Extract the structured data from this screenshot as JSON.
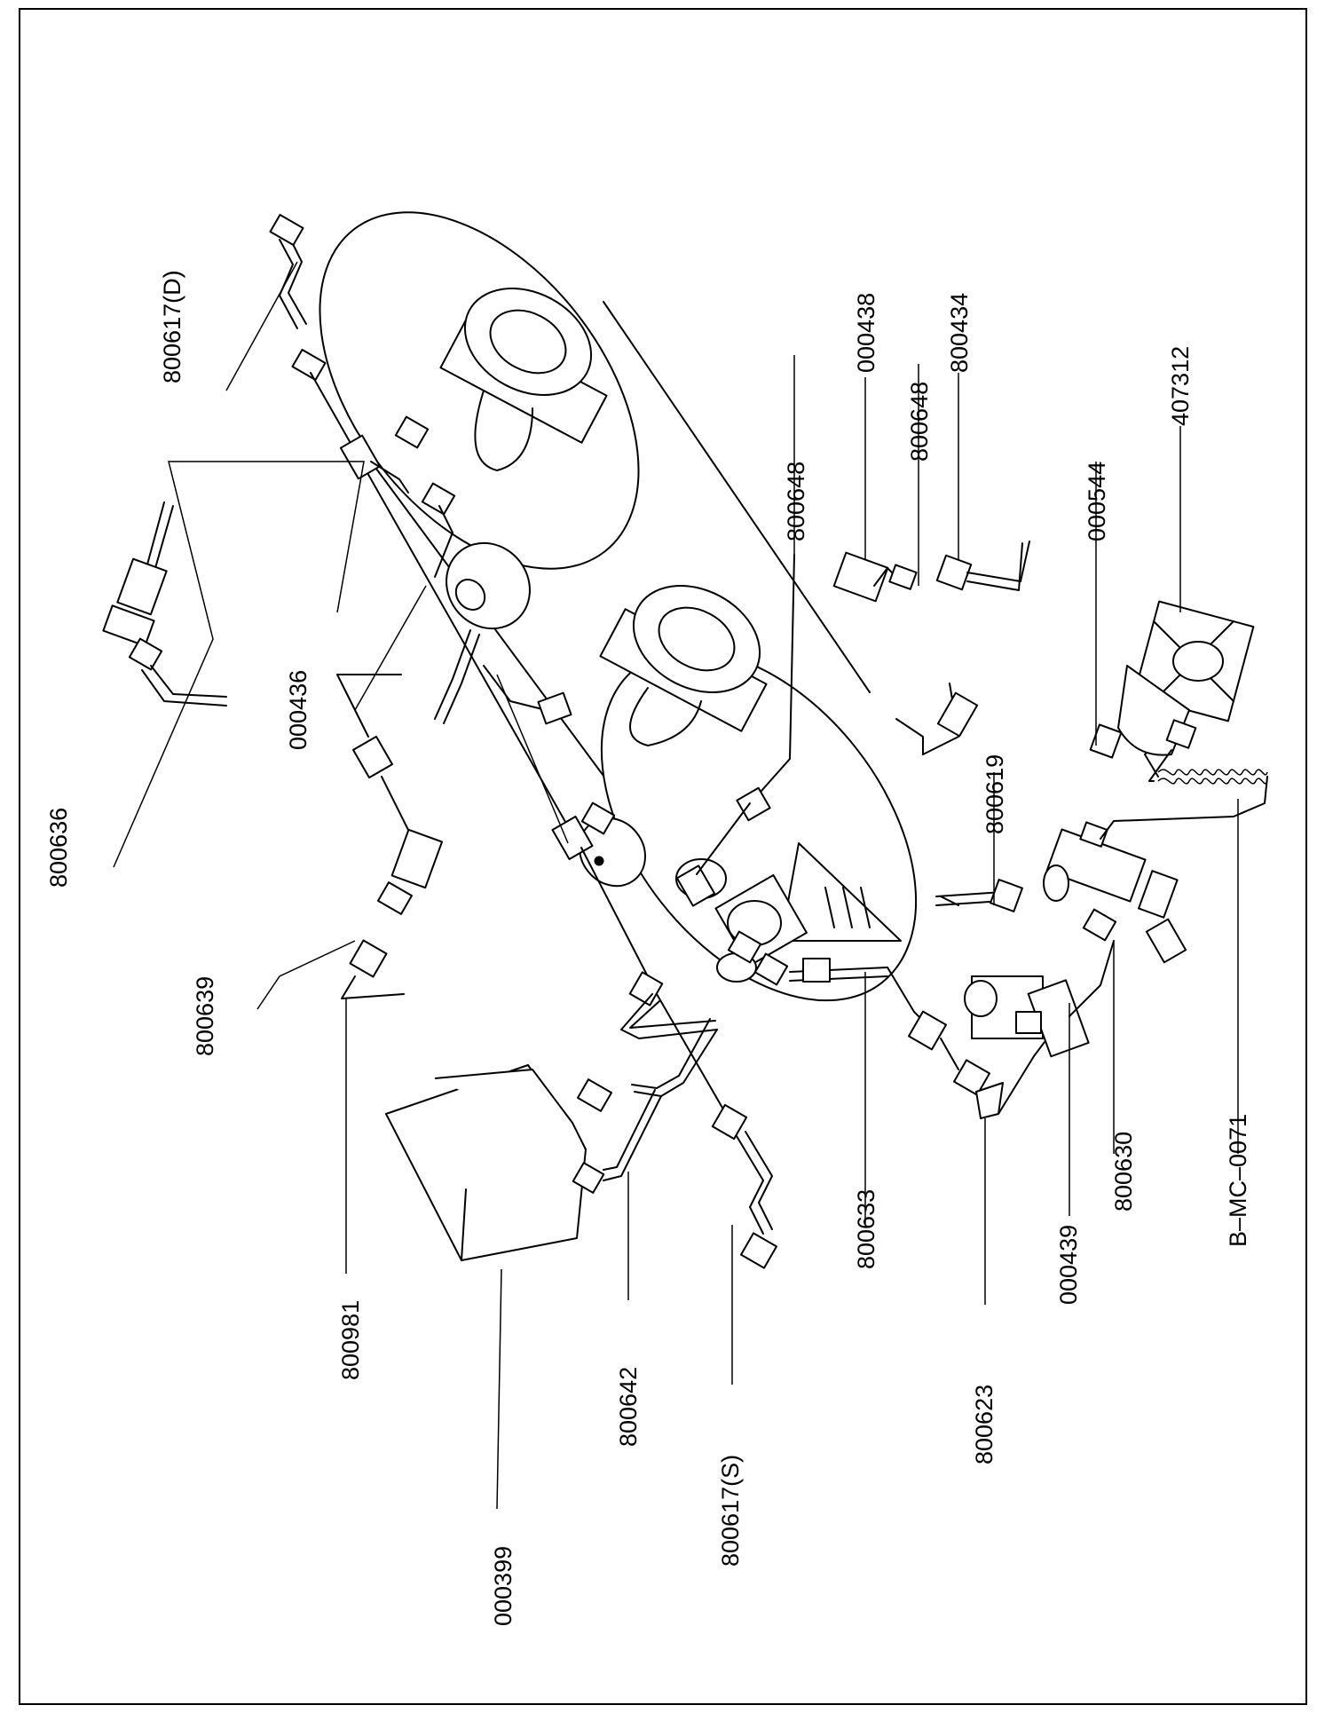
{
  "drawing": {
    "type": "exploded parts diagram",
    "orientation": "rotated 90° counter-clockwise"
  },
  "labels": {
    "p800617d": "800617(D)",
    "p800636": "800636",
    "p000436": "000436",
    "p800639": "800639",
    "p800981": "800981",
    "p000399": "000399",
    "p800642": "800642",
    "p800617s": "800617(S)",
    "p800633": "800633",
    "p800623": "800623",
    "p000439": "000439",
    "p800630": "800630",
    "pBMC0071": "B–MC–0071",
    "p800619": "800619",
    "p000544": "000544",
    "p407312": "407312",
    "p800648a": "800648",
    "p800648b": "800648",
    "p000438": "000438",
    "p800434": "800434"
  }
}
